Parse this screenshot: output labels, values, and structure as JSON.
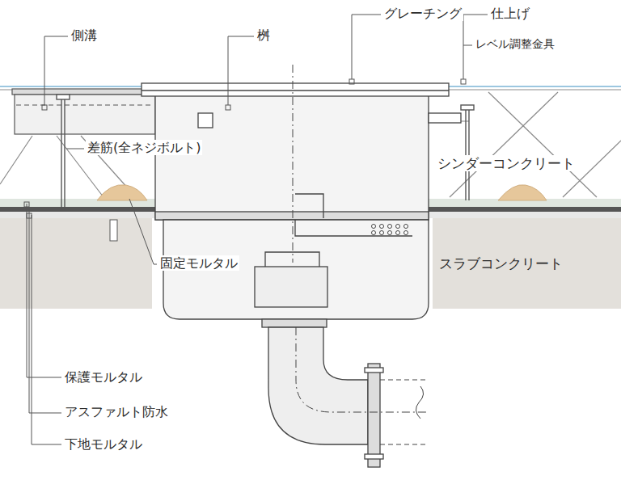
{
  "diagram": {
    "nodes": [
      {
        "text": [
          "スラブコンクリート"
        ]
      }
    ],
    "labels": [
      "側溝",
      "桝",
      "グレーチング",
      "仕上げ",
      "レベル調整金具",
      "差筋(全ネジボルト)",
      "シンダーコンクリート",
      "固定モルタル",
      "保護モルタル",
      "アスファルト防水",
      "下地モルタル"
    ]
  }
}
